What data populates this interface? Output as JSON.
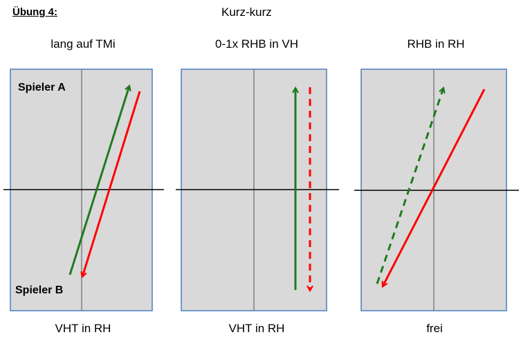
{
  "exercise_label": "Übung 4:",
  "title": "Kurz-kurz",
  "colors": {
    "court_fill": "#d9d9d9",
    "court_border": "#4a7ebb",
    "net": "#000000",
    "center_line": "#808080",
    "green": "#1e7b1e",
    "red": "#ff0000"
  },
  "courts": [
    {
      "top_label": "lang auf TMi",
      "bottom_label": "VHT in RH",
      "player_a_label": "Spieler A",
      "player_b_label": "Spieler B",
      "arrows": [
        {
          "color": "green",
          "style": "solid",
          "direction": "up"
        },
        {
          "color": "red",
          "style": "solid",
          "direction": "down"
        }
      ]
    },
    {
      "top_label": "0-1x RHB in VH",
      "bottom_label": "VHT in RH",
      "arrows": [
        {
          "color": "green",
          "style": "solid",
          "direction": "up"
        },
        {
          "color": "red",
          "style": "dashed",
          "direction": "down"
        }
      ]
    },
    {
      "top_label": "RHB in RH",
      "bottom_label": "frei",
      "arrows": [
        {
          "color": "green",
          "style": "dashed",
          "direction": "up"
        },
        {
          "color": "red",
          "style": "solid",
          "direction": "down"
        }
      ]
    }
  ]
}
